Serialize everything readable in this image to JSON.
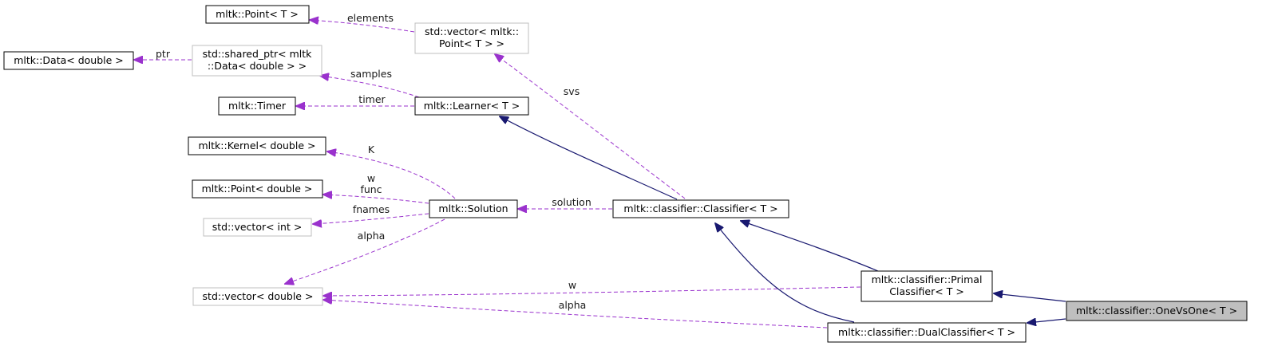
{
  "nodes": {
    "point_t": "mltk::Point< T >",
    "vector_point_line1": "std::vector< mltk::",
    "vector_point_line2": "Point< T > >",
    "data_double": "mltk::Data< double >",
    "shared_ptr_line1": "std::shared_ptr< mltk",
    "shared_ptr_line2": "::Data< double > >",
    "timer": "mltk::Timer",
    "learner": "mltk::Learner< T >",
    "kernel": "mltk::Kernel< double >",
    "point_double": "mltk::Point< double >",
    "vector_int": "std::vector< int >",
    "solution": "mltk::Solution",
    "classifier": "mltk::classifier::Classifier< T >",
    "vector_double": "std::vector< double >",
    "primal_line1": "mltk::classifier::Primal",
    "primal_line2": "Classifier< T >",
    "dual": "mltk::classifier::DualClassifier< T >",
    "onevsone": "mltk::classifier::OneVsOne< T >"
  },
  "edge_labels": {
    "elements": "elements",
    "ptr": "ptr",
    "samples": "samples",
    "timer": "timer",
    "svs": "svs",
    "K": "K",
    "w_func_1": "w",
    "w_func_2": "func",
    "fnames": "fnames",
    "alpha_solution": "alpha",
    "solution": "solution",
    "w_primal": "w",
    "alpha_dual": "alpha"
  },
  "colors": {
    "dependency_edge": "#9a32cd",
    "inheritance_edge": "#191970",
    "focus_node_fill": "#bfbfbf",
    "grey_node_border": "#bfbfbf"
  }
}
